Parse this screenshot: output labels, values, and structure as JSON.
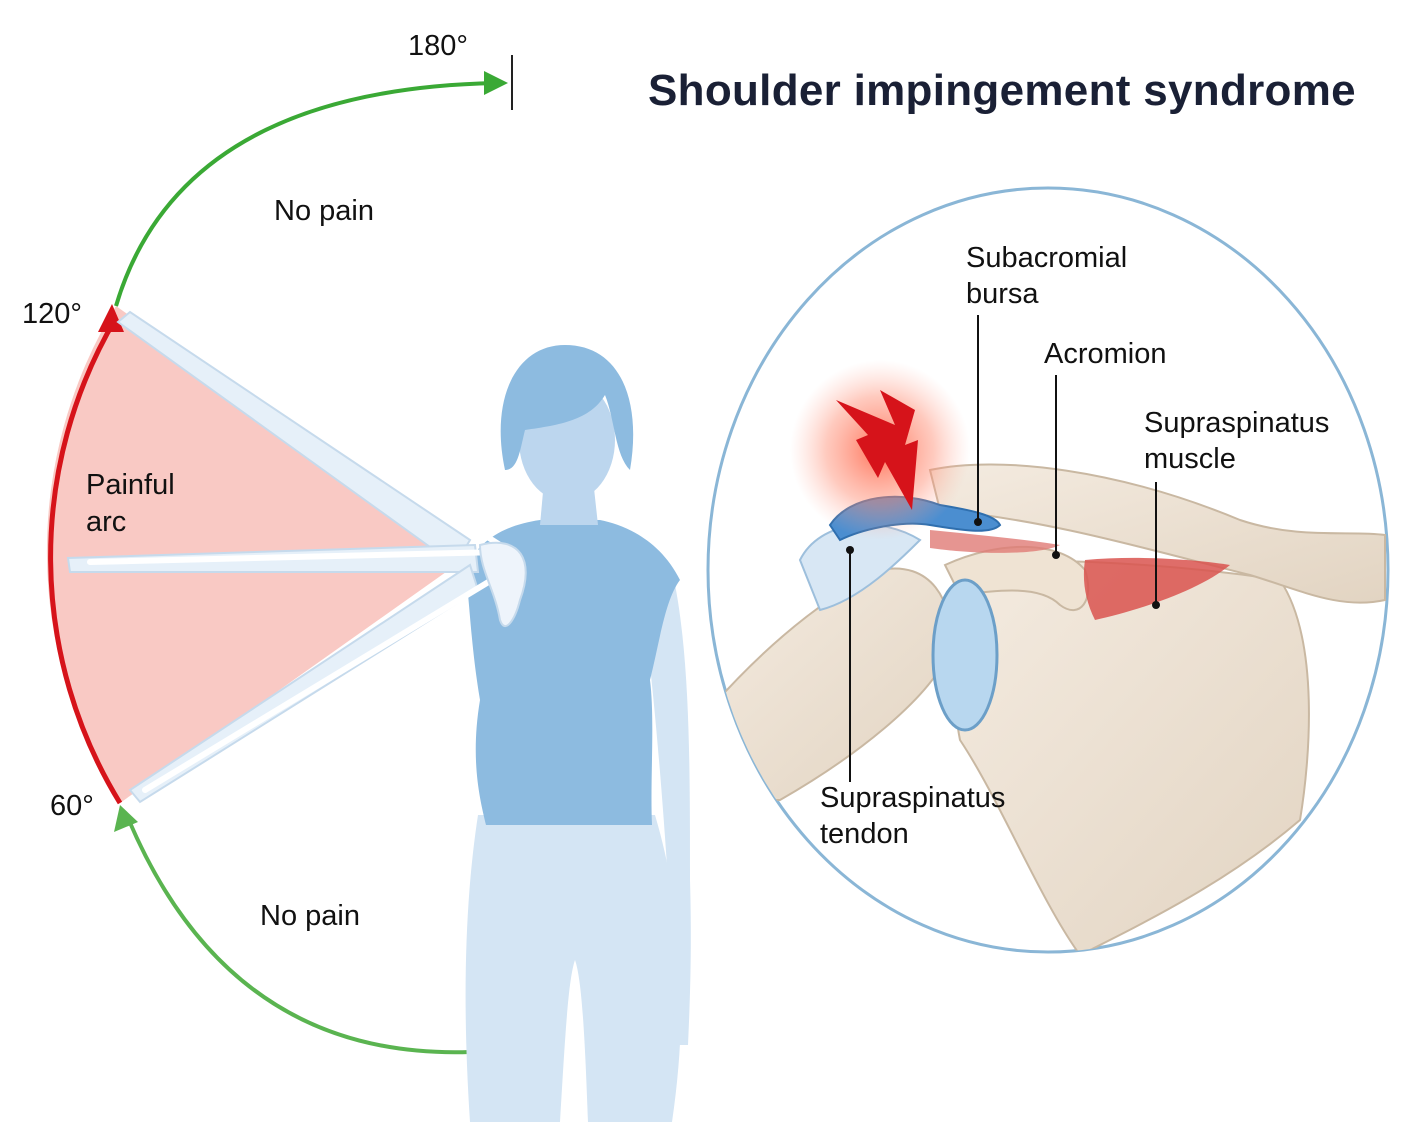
{
  "title": "Shoulder impingement syndrome",
  "arc": {
    "deg_180": "180°",
    "deg_120": "120°",
    "deg_60": "60°",
    "no_pain_top": "No pain",
    "no_pain_bottom": "No pain",
    "painful_line1": "Painful",
    "painful_line2": "arc"
  },
  "inset_labels": {
    "subacromial_line1": "Subacromial",
    "subacromial_line2": "bursa",
    "acromion": "Acromion",
    "supraspinatus_muscle_line1": "Supraspinatus",
    "supraspinatus_muscle_line2": "muscle",
    "supraspinatus_tendon_line1": "Supraspinatus",
    "supraspinatus_tendon_line2": "tendon"
  },
  "colors": {
    "no_pain_arc": "#3aa935",
    "painful_arc": "#d6131a",
    "painful_fill": "#f9c9c4",
    "figure": "#8dbbe0",
    "inset_border": "#8ab6d6"
  }
}
